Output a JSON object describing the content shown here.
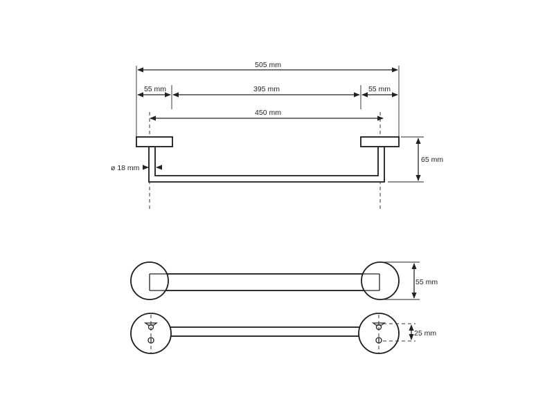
{
  "dimensions": {
    "overall_width": "505 mm",
    "left_offset": "55 mm",
    "center_span": "395 mm",
    "right_offset": "55 mm",
    "bar_length": "450 mm",
    "height": "65 mm",
    "bar_diameter": "ø 18 mm",
    "rosette_diameter": "55 mm",
    "mount_hole_spacing": "25 mm"
  },
  "colors": {
    "line": "#222222",
    "background": "#ffffff"
  }
}
